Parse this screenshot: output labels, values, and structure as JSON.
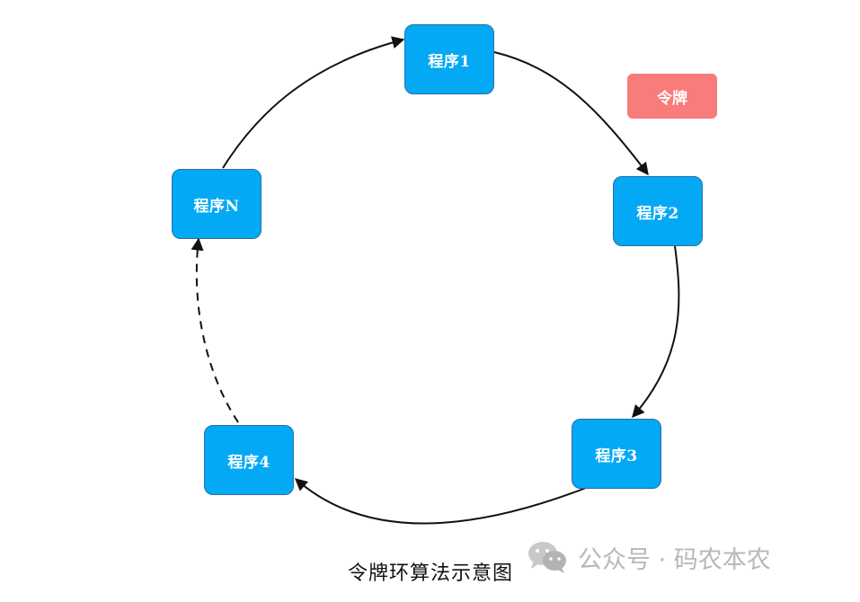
{
  "nodes": {
    "p1": "程序1",
    "p2": "程序2",
    "p3": "程序3",
    "p4": "程序4",
    "pn": "程序N"
  },
  "token_label": "令牌",
  "caption": "令牌环算法示意图",
  "watermark_text": "公众号 · 码农本农",
  "colors": {
    "node_fill": "#03a9f4",
    "node_border": "#2c6fa3",
    "token_fill": "#f87c7a",
    "arrow": "#111111",
    "watermark": "#b8b8b8"
  }
}
